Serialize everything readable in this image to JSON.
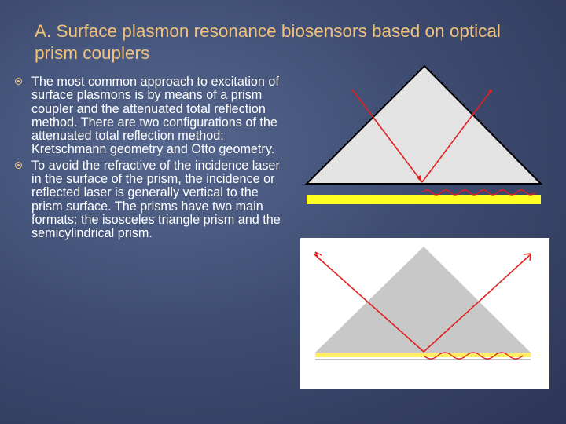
{
  "slide": {
    "title": "A. Surface plasmon resonance biosensors based on optical prism couplers",
    "bullets": [
      "The most common approach to excitation of surface plasmons is by means of a prism coupler and the attenuated total reflection method. There are two configurations of the attenuated total reflection method: Kretschmann geometry and Otto geometry.",
      "To avoid the refractive of the incidence laser in the surface of the prism, the incidence or reflected laser is generally vertical to the prism surface. The prisms have two main formats: the isosceles triangle prism and the semicylindrical prism."
    ]
  },
  "colors": {
    "title": "#f3c27a",
    "bullet_text": "#ffffff",
    "prism_fill": "#e3e3e3",
    "prism2_fill": "#c8c8c8",
    "metal_film": "#ffff22",
    "laser": "#e02020"
  }
}
